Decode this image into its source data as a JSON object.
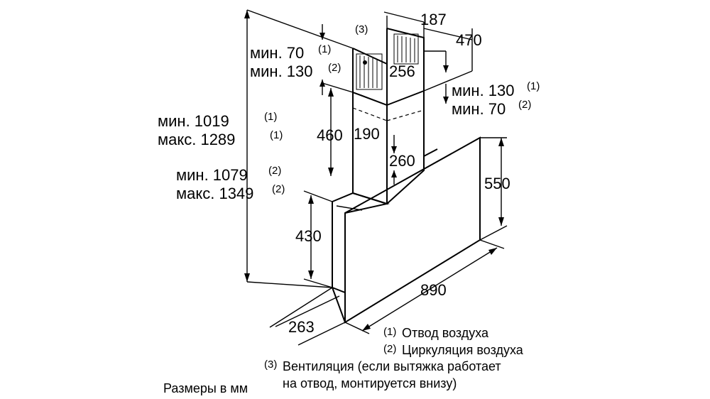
{
  "dimensions": {
    "top_width": "187",
    "top_height": "470",
    "min70_label": "мин. 70",
    "min70_ref": "(1)",
    "min130_label": "мин. 130",
    "min130_ref": "(2)",
    "chimney_width": "256",
    "right_min130_label": "мин. 130",
    "right_min130_ref": "(1)",
    "right_min70_label": "мин. 70",
    "right_min70_ref": "(2)",
    "min1019_label": "мин. 1019",
    "min1019_ref": "(1)",
    "max1289_label": "макс. 1289",
    "max1289_ref": "(1)",
    "lower_chimney": "460",
    "lower_chimney_width": "190",
    "panel_offset": "260",
    "panel_height": "550",
    "min1079_label": "мин. 1079",
    "min1079_ref": "(2)",
    "max1349_label": "макс. 1349",
    "max1349_ref": "(2)",
    "body_height": "430",
    "width": "890",
    "depth": "263",
    "vent_ref": "(3)"
  },
  "legend": [
    {
      "ref": "(1)",
      "text": "Отвод воздуха"
    },
    {
      "ref": "(2)",
      "text": "Циркуляция воздуха"
    },
    {
      "ref": "(3)",
      "text": "Вентиляция (если вытяжка работает",
      "text2": "на отвод, монтируется внизу)"
    }
  ],
  "units_note": "Размеры в мм"
}
